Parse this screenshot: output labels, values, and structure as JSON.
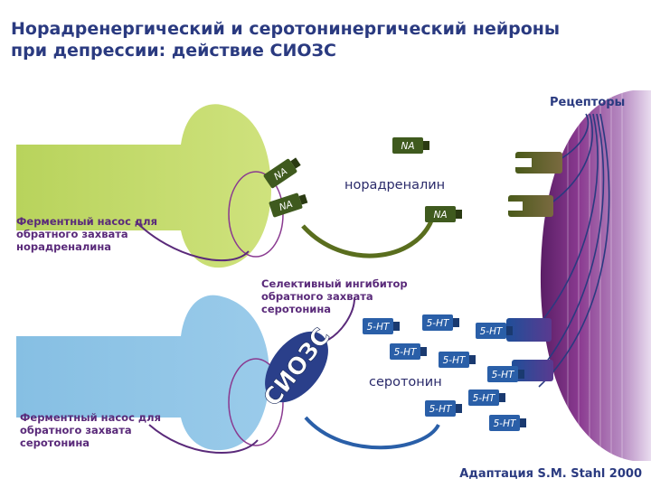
{
  "title": {
    "line1": "Норадренергический и серотонинергический нейроны",
    "line2": "при депрессии: действие СИОЗС"
  },
  "labels": {
    "receptors": "Рецепторы",
    "noradrenaline": "норадреналин",
    "serotonin": "серотонин",
    "ne_pump": [
      "Ферментный насос для",
      "обратного захвата",
      "норадреналина"
    ],
    "sert_pump": [
      "Ферментный насос для",
      "обратного захвата",
      "серотонина"
    ],
    "ssri_label": [
      "Селективный ингибитор",
      "обратного захвата",
      "серотонина"
    ],
    "ssri_drug": "СИОЗС",
    "credit": "Адаптация S.M. Stahl 2000"
  },
  "molecules": {
    "na": "NA",
    "ht": "5-HT"
  },
  "colors": {
    "ne_neuron": "#c2d96a",
    "ht_neuron": "#8fc4e6",
    "postsynaptic": "#8a3a90",
    "na_capsule": "#3f5a1e",
    "ht_capsule": "#2a5fa8",
    "ssri": "#2a3f8a",
    "title": "#2a3a80",
    "labels": "#5a2a7a"
  }
}
